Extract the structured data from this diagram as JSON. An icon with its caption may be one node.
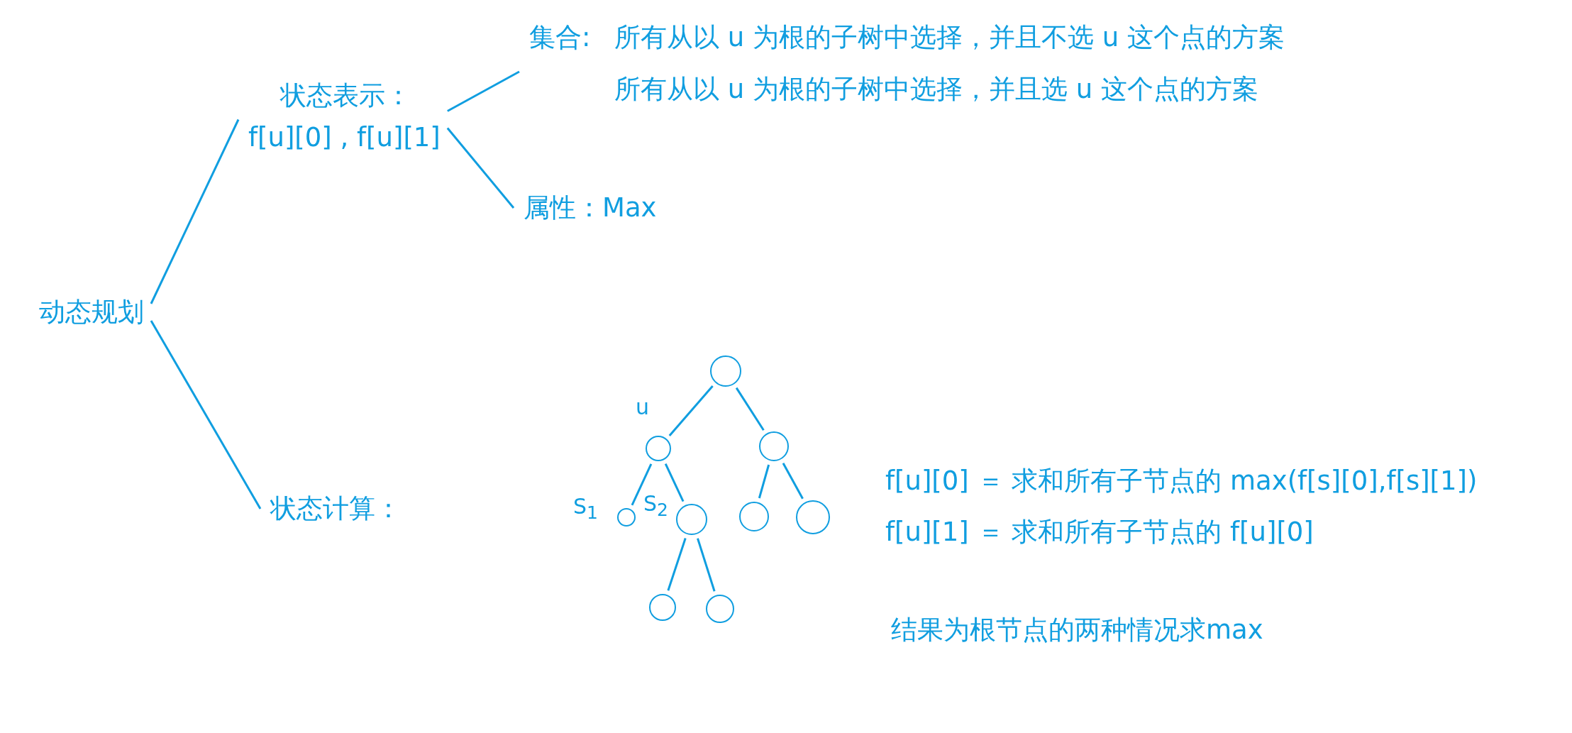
{
  "diagram": {
    "nodes": [
      {
        "text": [
          "动态规划"
        ]
      },
      {
        "text": [
          "状态表示：",
          "f[u][0] , f[u][1]"
        ]
      },
      {
        "text": [
          "集合:",
          "所有从以 u 为根的子树中选择，并且不选 u 这个点的方案",
          "所有从以 u 为根的子树中选择，并且选 u 这个点的方案"
        ]
      },
      {
        "text": [
          "属性：Max"
        ]
      },
      {
        "text": [
          "状态计算："
        ]
      },
      {
        "text": [],
        "shape": "circle"
      },
      {
        "text": [],
        "shape": "circle",
        "beside": [
          "u"
        ]
      },
      {
        "text": [],
        "shape": "circle"
      },
      {
        "text": [],
        "shape": "circle",
        "beside": [
          "S$_{1}$"
        ]
      },
      {
        "text": [],
        "shape": "circle",
        "beside": [
          "S$_{2}$"
        ]
      },
      {
        "text": [],
        "shape": "circle"
      },
      {
        "text": [],
        "shape": "circle"
      },
      {
        "text": [],
        "shape": "circle"
      },
      {
        "text": [],
        "shape": "circle"
      }
    ],
    "edges": [
      {
        "from": 0,
        "to": 1,
        "arrow": "none"
      },
      {
        "from": 0,
        "to": 4,
        "arrow": "none"
      },
      {
        "from": 1,
        "to": 2,
        "arrow": "none"
      },
      {
        "from": 1,
        "to": 3,
        "arrow": "none"
      },
      {
        "from": 5,
        "to": 6,
        "arrow": "none"
      },
      {
        "from": 5,
        "to": 7,
        "arrow": "none"
      },
      {
        "from": 6,
        "to": 8,
        "arrow": "none"
      },
      {
        "from": 6,
        "to": 9,
        "arrow": "none"
      },
      {
        "from": 7,
        "to": 10,
        "arrow": "none"
      },
      {
        "from": 7,
        "to": 11,
        "arrow": "none"
      },
      {
        "from": 9,
        "to": 12,
        "arrow": "none"
      },
      {
        "from": 9,
        "to": 13,
        "arrow": "none"
      }
    ],
    "labels": [
      "f[u][0] ＝ 求和所有子节点的 max(f[s][0],f[s][1])",
      "f[u][1] ＝ 求和所有子节点的 f[u][0]",
      "结果为根节点的两种情况求max"
    ]
  }
}
